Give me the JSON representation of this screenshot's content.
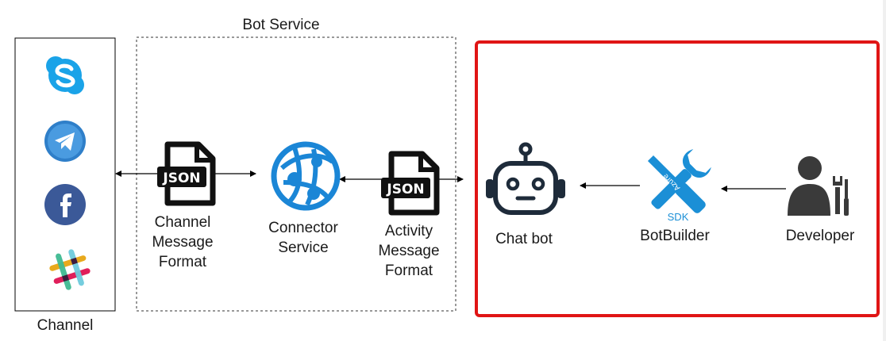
{
  "labels": {
    "bot_service": "Bot Service",
    "channel": "Channel",
    "channel_message_format": [
      "Channel",
      "Message",
      "Format"
    ],
    "connector_service": [
      "Connector",
      "Service"
    ],
    "activity_message_format": [
      "Activity",
      "Message",
      "Format"
    ],
    "chat_bot": "Chat bot",
    "botbuilder": "BotBuilder",
    "developer": "Developer"
  },
  "icon_text": {
    "json_1": "JSON",
    "json_2": "JSON",
    "sdk": "SDK",
    "azure": "Azure"
  },
  "icons": [
    "skype-icon",
    "telegram-icon",
    "facebook-icon",
    "slack-icon",
    "json-file-icon",
    "azure-network-icon",
    "robot-icon",
    "tools-icon",
    "developer-icon"
  ],
  "colors": {
    "highlight_box": "#e01515",
    "skype": "#1aa3e8",
    "telegram": "#3a8fd6",
    "facebook": "#3b5998",
    "azure": "#1b86d6",
    "robot": "#1e2b3a",
    "developer": "#3a3a3a"
  }
}
